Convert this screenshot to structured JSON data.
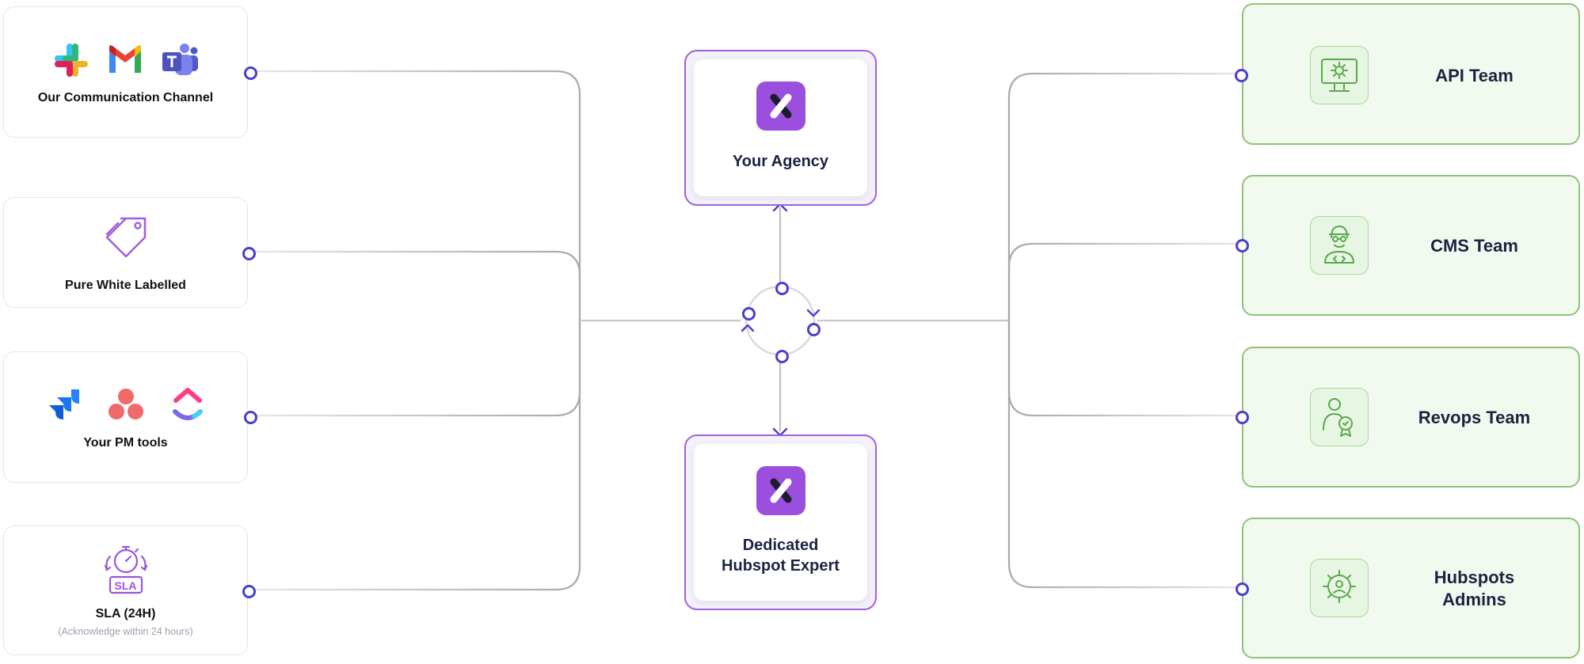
{
  "left_cards": [
    {
      "title": "Our Communication Channel",
      "icons": [
        "slack-icon",
        "gmail-icon",
        "teams-icon"
      ]
    },
    {
      "title": "Pure White Labelled",
      "icons": [
        "tag-icon"
      ]
    },
    {
      "title": "Your PM tools",
      "icons": [
        "jira-icon",
        "asana-icon",
        "clickup-icon"
      ]
    },
    {
      "title": "SLA (24H)",
      "subtitle": "(Acknowledge within 24 hours)",
      "icons": [
        "stopwatch-sla-icon"
      ],
      "icon_text": "SLA"
    }
  ],
  "center": {
    "top_title": "Your Agency",
    "bottom_title_line1": "Dedicated",
    "bottom_title_line2": "Hubspot Expert"
  },
  "right_cards": [
    {
      "title": "API Team",
      "icon": "monitor-gear-icon"
    },
    {
      "title": "CMS Team",
      "icon": "developer-icon"
    },
    {
      "title": "Revops Team",
      "icon": "person-badge-icon"
    },
    {
      "title_line1": "Hubspots",
      "title_line2": "Admins",
      "icon": "admin-gear-icon"
    }
  ],
  "colors": {
    "connector_dot": "#4a3ed0",
    "center_border": "#a45ee0",
    "logo": "#9a4fde",
    "team_border": "#8ec27a",
    "team_bg": "#f2faf0",
    "team_icon": "#5aa84a",
    "line": "#b8b8bc"
  }
}
